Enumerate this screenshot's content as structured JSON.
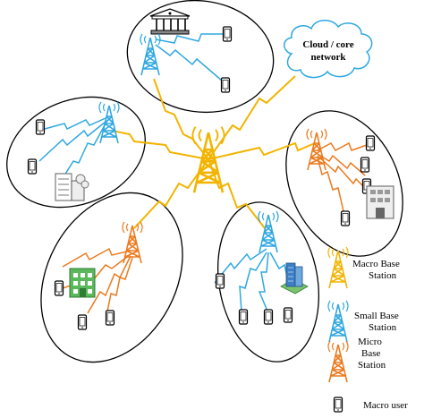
{
  "colors": {
    "macro": "#F2B400",
    "small": "#2FA8E0",
    "micro": "#EC7A1E",
    "ellipse_stroke": "#000000",
    "cloud_fill": "#ffffff",
    "cloud_stroke": "#2FA8E0",
    "phone": "#000000"
  },
  "cloud": {
    "line1": "Cloud / core",
    "line2": "network"
  },
  "legend": {
    "macro_line1": "Macro Base",
    "macro_line2": "Station",
    "small_line1": "Small Base",
    "small_line2": "Station",
    "micro_line1": "Micro",
    "micro_line2": "Base",
    "micro_line3": "Station",
    "user": "Macro user"
  }
}
